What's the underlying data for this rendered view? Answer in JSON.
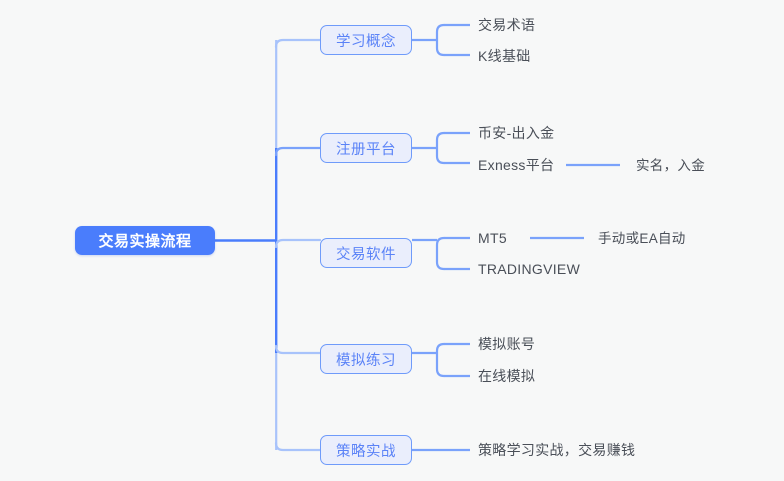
{
  "canvas": {
    "background": "#f7f8f8",
    "accent_root": "#4a7dfc",
    "accent_branch_fill": "#eaeefc",
    "accent_branch_border": "#6f9bfa",
    "accent_line_dark": "#4a7dfc",
    "accent_line_light": "#a8c3fb",
    "leaf_text_color": "#4a4f58"
  },
  "root": {
    "label": "交易实操流程"
  },
  "branches": [
    {
      "label": "学习概念",
      "leaves": [
        {
          "label": "交易术语",
          "detail": null
        },
        {
          "label": "K线基础",
          "detail": null
        }
      ]
    },
    {
      "label": "注册平台",
      "leaves": [
        {
          "label": "币安-出入金",
          "detail": null
        },
        {
          "label": "Exness平台",
          "detail": "实名，入金"
        }
      ]
    },
    {
      "label": "交易软件",
      "leaves": [
        {
          "label": "MT5",
          "detail": "手动或EA自动"
        },
        {
          "label": "TRADINGVIEW",
          "detail": null
        }
      ]
    },
    {
      "label": "模拟练习",
      "leaves": [
        {
          "label": "模拟账号",
          "detail": null
        },
        {
          "label": "在线模拟",
          "detail": null
        }
      ]
    },
    {
      "label": "策略实战",
      "leaves": [
        {
          "label": "策略学习实战，交易赚钱",
          "detail": null
        }
      ]
    }
  ]
}
